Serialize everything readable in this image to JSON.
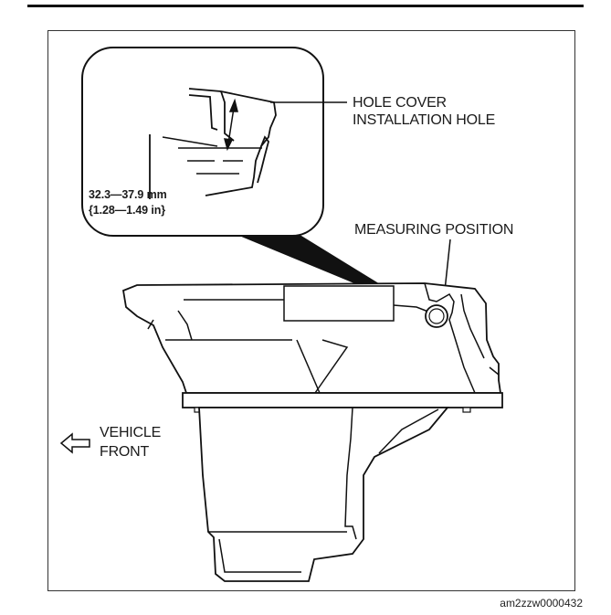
{
  "labels": {
    "hole_cover": [
      "HOLE COVER",
      "INSTALLATION HOLE"
    ],
    "measuring_position": "MEASURING POSITION",
    "vehicle_front": [
      "VEHICLE",
      "FRONT"
    ],
    "dimension": [
      "32.3—37.9 mm",
      "{1.28—1.49 in}"
    ]
  },
  "figure_code": "am2zzw0000432",
  "icons": [
    "front-arrow-icon",
    "dimension-arrow-icon"
  ]
}
